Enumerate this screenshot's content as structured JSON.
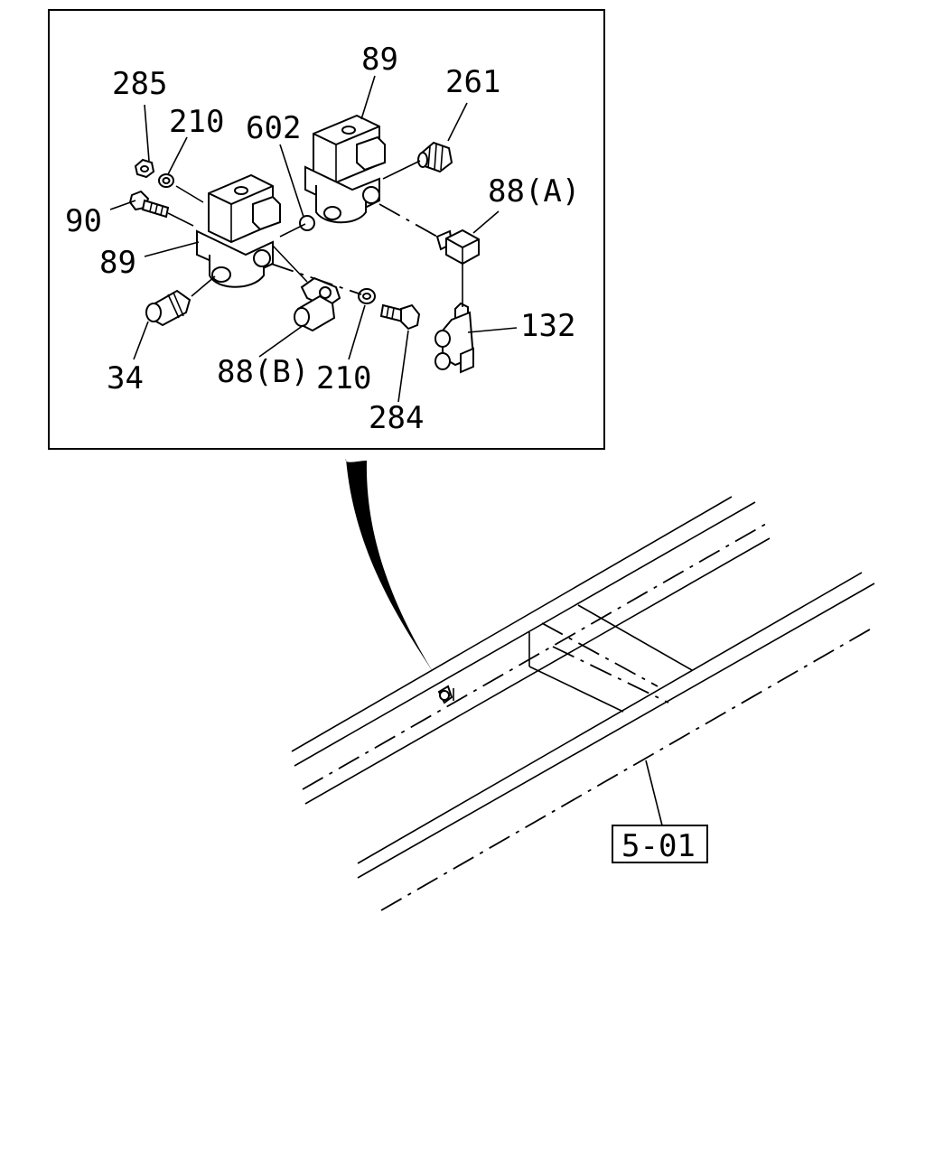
{
  "callouts": {
    "c285": "285",
    "c210_top": "210",
    "c602": "602",
    "c89_top": "89",
    "c261": "261",
    "c88a": "88(A)",
    "c90": "90",
    "c89_left": "89",
    "c132": "132",
    "c34": "34",
    "c88b": "88(B)",
    "c210_bottom": "210",
    "c284": "284"
  },
  "reference": {
    "label": "5-01"
  }
}
